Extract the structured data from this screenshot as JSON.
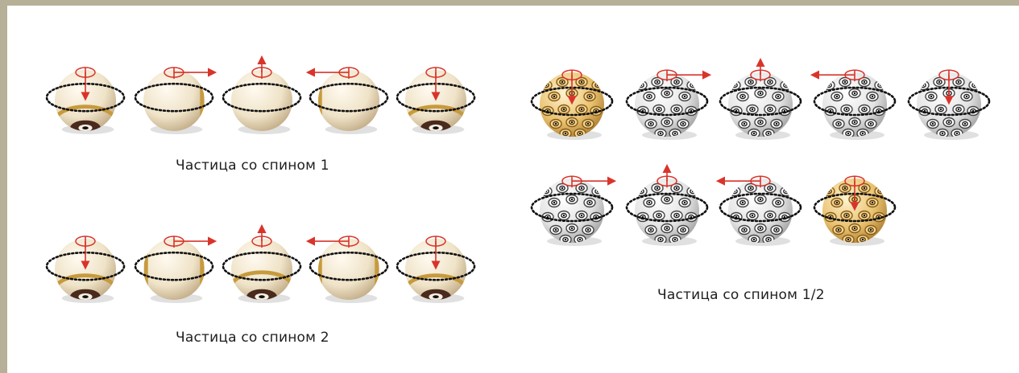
{
  "captions": {
    "spin1": "Частица со спином 1",
    "spin2": "Частица со спином 2",
    "spin_half": "Частица со спином  1/2"
  },
  "colors": {
    "frame": "#b5b097",
    "ring": "#111111",
    "arrow": "#d9342b",
    "ball_cream": "#efe3c8",
    "ball_gold": "#e2b75a",
    "ball_white": "#e9e9e9",
    "band_gold": "#c79a3c",
    "band_brown": "#4a2a1d"
  },
  "groups": {
    "spin1": {
      "pattern": "band",
      "arrow_directions": [
        "down",
        "right",
        "up",
        "left",
        "down"
      ]
    },
    "spin2": {
      "pattern": "band",
      "arrow_directions": [
        "down",
        "right",
        "up",
        "left",
        "down"
      ]
    },
    "spin_half": {
      "pattern": "spots",
      "arrow_directions": [
        "down",
        "right",
        "up",
        "left",
        "down",
        "right",
        "up",
        "left",
        "down"
      ]
    }
  }
}
